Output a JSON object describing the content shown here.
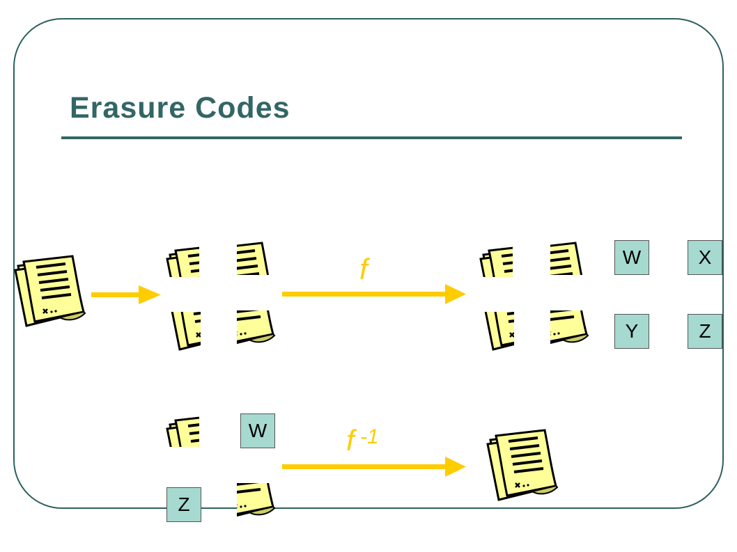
{
  "slide": {
    "title": "Erasure Codes"
  },
  "labels": {
    "encode": "f",
    "decode_base": "f",
    "decode_exponent": " -1"
  },
  "encoded_blocks": {
    "w": "W",
    "x": "X",
    "y": "Y",
    "z": "Z"
  },
  "received_blocks": {
    "w": "W",
    "z": "Z"
  },
  "colors": {
    "title": "#336666",
    "frame": "#2e5f5f",
    "arrow": "#ffcc00",
    "paper": "#ffff99",
    "paper_shade": "#cccc66",
    "block_fill": "#a6d9d0"
  },
  "icons": {
    "document": "document-icon",
    "document_piece": "document-fragment-icon"
  }
}
